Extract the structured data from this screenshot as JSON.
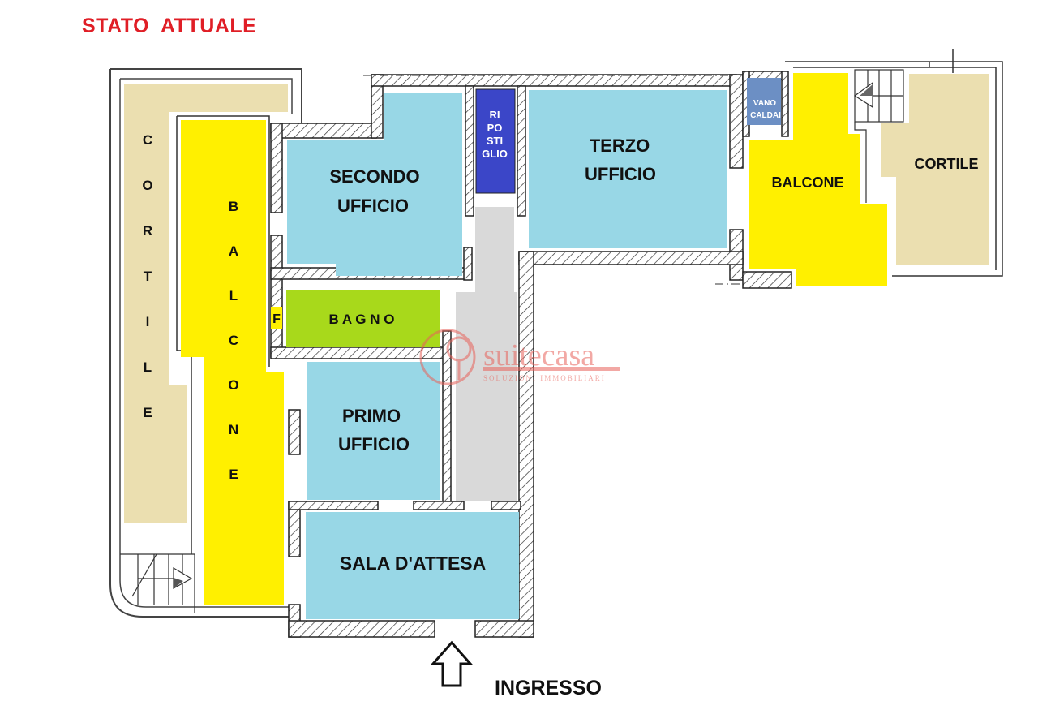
{
  "title": "STATO  ATTUALE",
  "entrance_label": "INGRESSO",
  "watermark": {
    "brand": "suitecasa",
    "tagline": "SOLUZIONI IMMOBILIARI"
  },
  "colors": {
    "title_red": "#e01e26",
    "office_blue": "#98d7e6",
    "balcony_yellow": "#fff000",
    "courtyard_beige": "#ebdfb0",
    "bathroom_green": "#a8d91b",
    "storage_blue": "#3b46c8",
    "boiler_blue": "#6c8fc4",
    "corridor_grey": "#d9d9d9",
    "watermark_red": "#e8625a"
  },
  "rooms": {
    "cortile_left": "CORTILE",
    "balcone_left": "BALCONE",
    "secondo_ufficio": [
      "SECONDO",
      "UFFICIO"
    ],
    "ripostiglio": [
      "RI",
      "PO",
      "STI",
      "GLIO"
    ],
    "terzo_ufficio": [
      "TERZO",
      "UFFICIO"
    ],
    "vano_caldaia": [
      "VANO",
      "CALDAI"
    ],
    "balcone_right": "BALCONE",
    "cortile_right": "CORTILE",
    "bagno": "B A G N O",
    "f_label": "F",
    "primo_ufficio": [
      "PRIMO",
      "UFFICIO"
    ],
    "sala_attesa": "SALA D'ATTESA"
  }
}
